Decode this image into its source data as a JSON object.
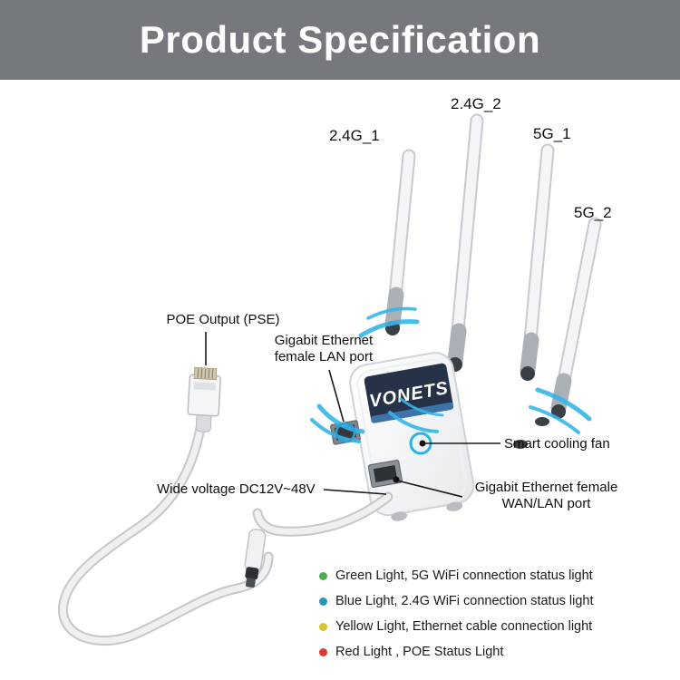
{
  "header": {
    "title": "Product Specification"
  },
  "device": {
    "brand": "VONETS"
  },
  "antennas": [
    {
      "label": "2.4G_1"
    },
    {
      "label": "2.4G_2"
    },
    {
      "label": "5G_1"
    },
    {
      "label": "5G_2"
    }
  ],
  "callouts": {
    "poe": {
      "label": "POE Output (PSE)"
    },
    "lan": {
      "line1": "Gigabit Ethernet",
      "line2": "female LAN port"
    },
    "voltage": {
      "label": "Wide voltage DC12V~48V"
    },
    "fan": {
      "label": "Smart cooling fan"
    },
    "wan": {
      "line1": "Gigabit Ethernet female",
      "line2": "WAN/LAN port"
    }
  },
  "legend": {
    "items": [
      {
        "color": "#4caf50",
        "text": "Green Light, 5G WiFi connection status light"
      },
      {
        "color": "#2a94b8",
        "text": "Blue Light, 2.4G WiFi connection status light"
      },
      {
        "color": "#d6c52a",
        "text": "Yellow Light, Ethernet cable connection light"
      },
      {
        "color": "#e0392e",
        "text": "Red Light , POE Status Light"
      }
    ]
  },
  "colors": {
    "header_bg": "#75797d",
    "airflow_accent": "#35b6ea"
  }
}
